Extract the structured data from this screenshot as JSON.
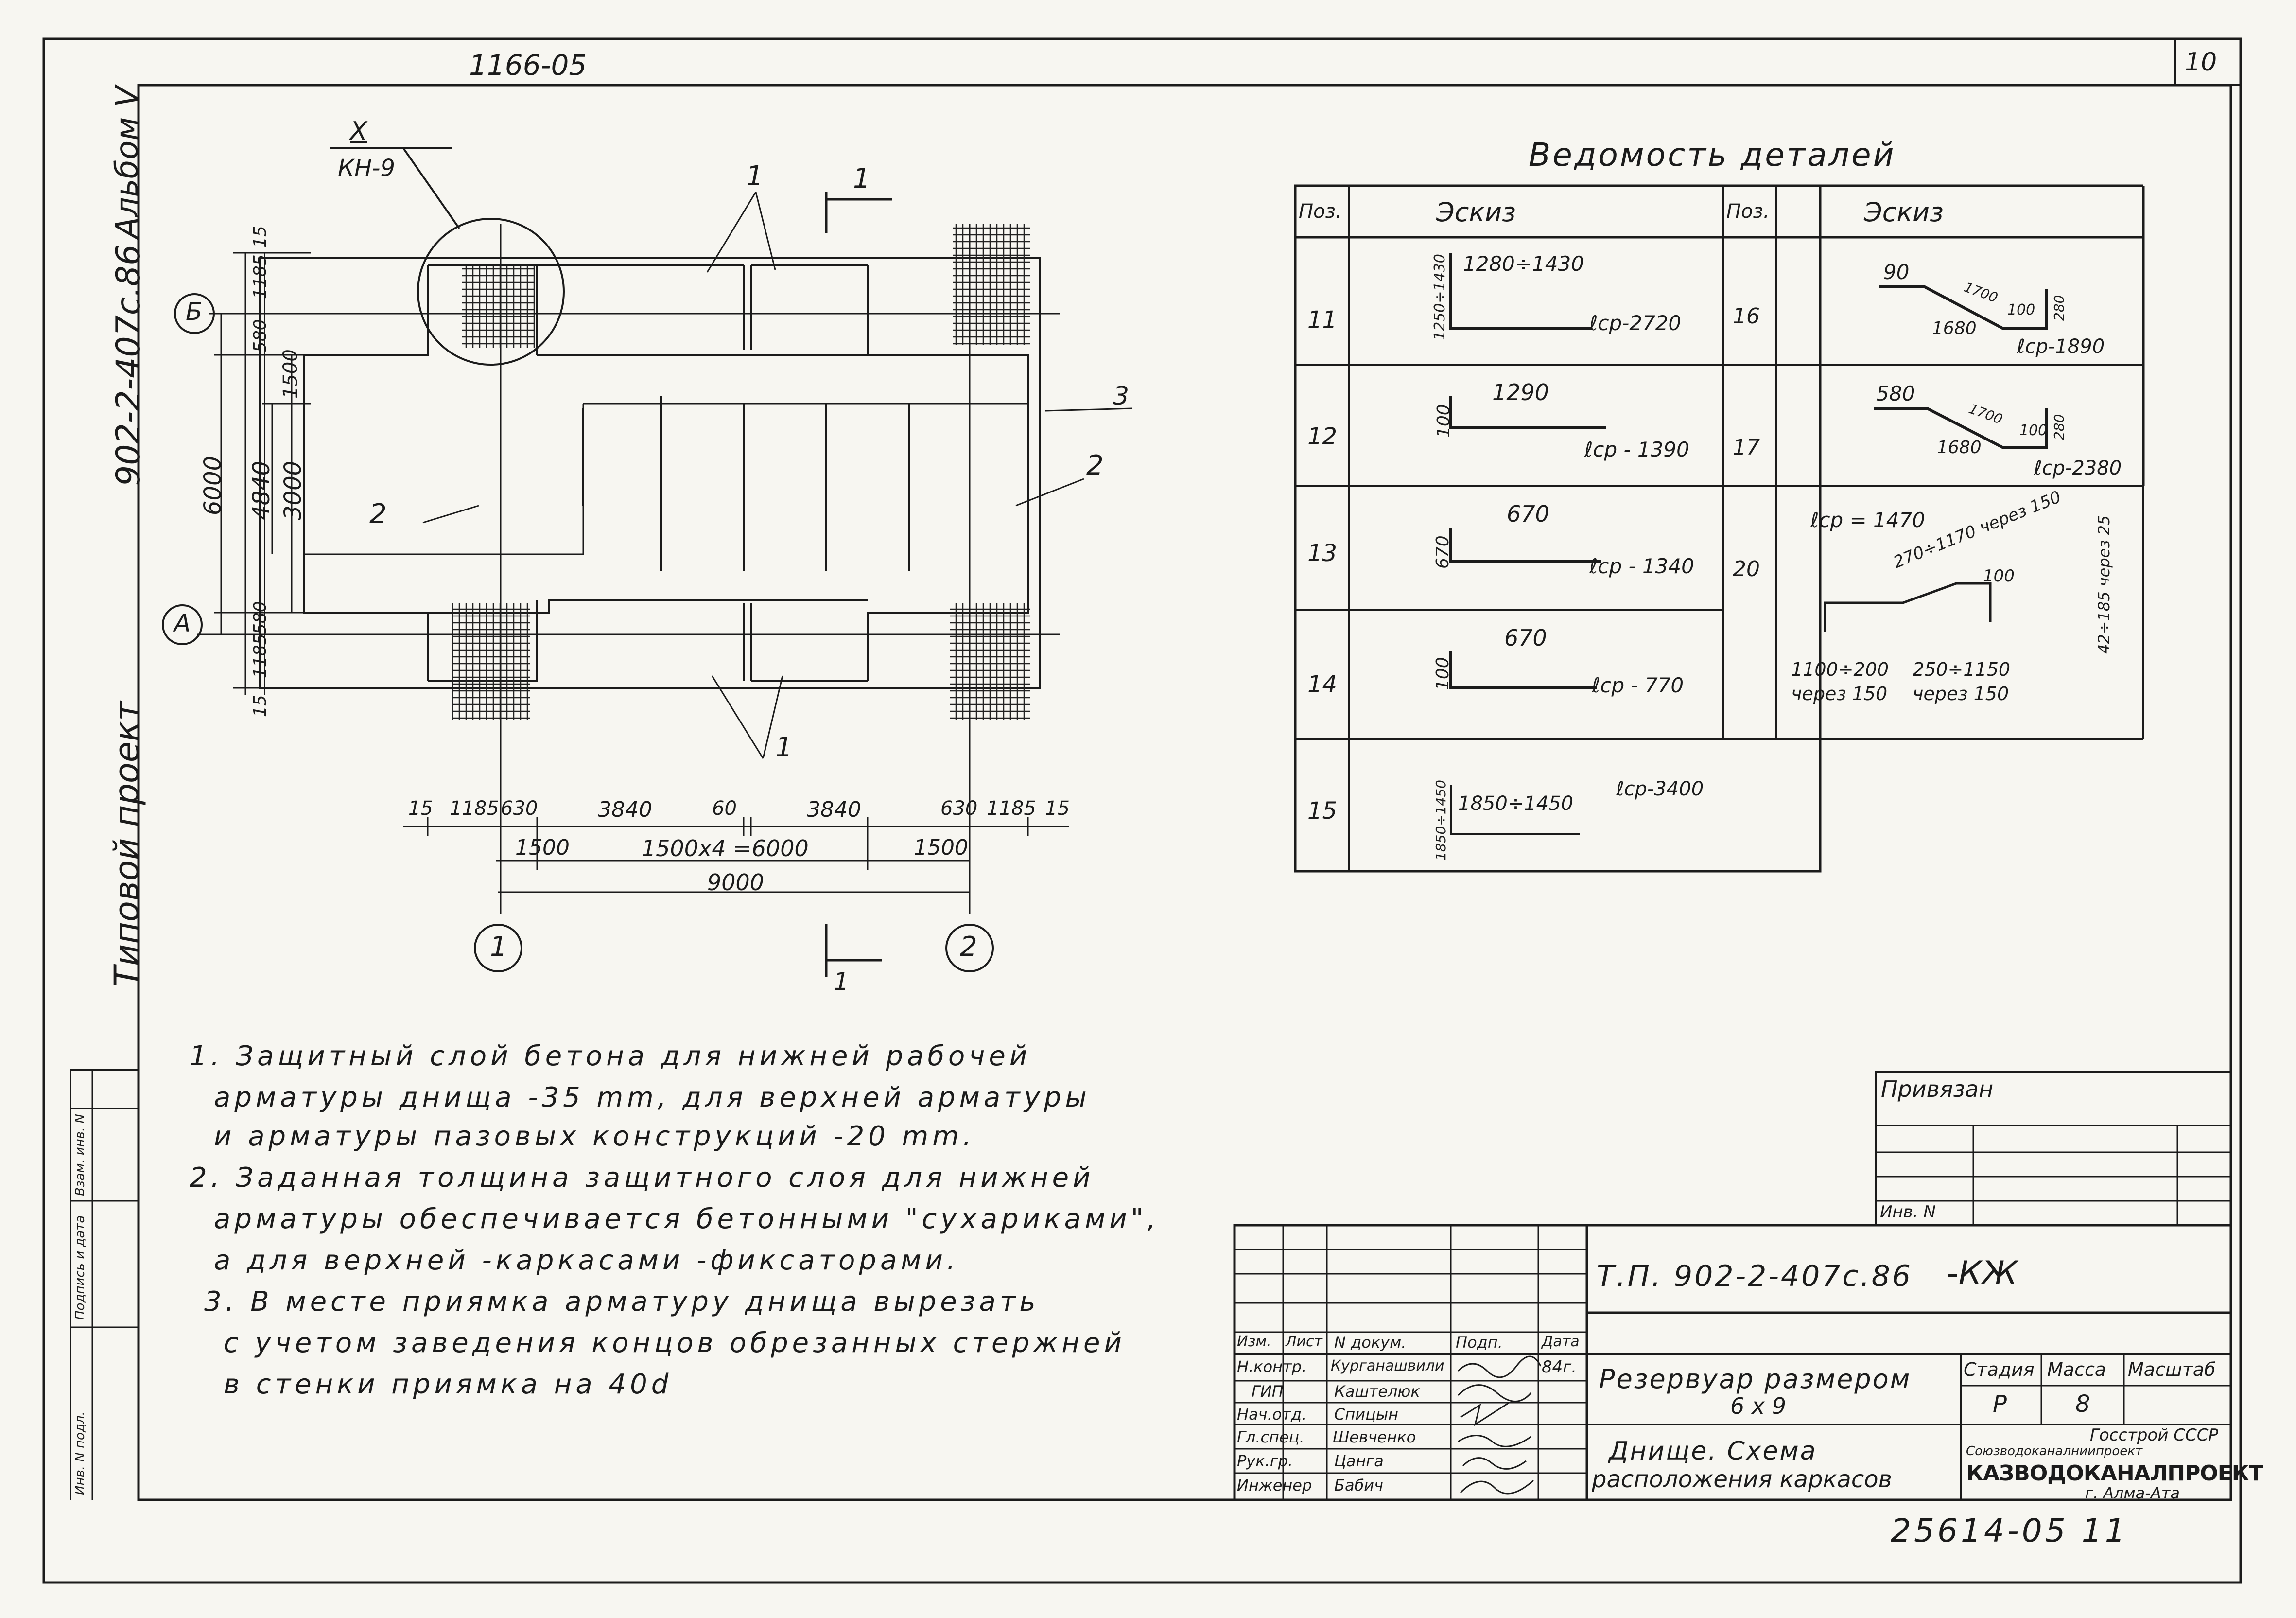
{
  "sheet": {
    "sheet_number": "10",
    "archive_top": "1166-05",
    "archive_bottom": "25614-05  11"
  },
  "side": {
    "album_code": "902-2-407с.86",
    "album_label": "Альбом V",
    "project_type": "Типовой проект",
    "stamp_cells": [
      "Инв. N подл.",
      "Подпись и дата",
      "Взам. инв. N"
    ]
  },
  "plan": {
    "node_callout_top": "X",
    "node_callout_bottom": "КН-9",
    "section_label": "1",
    "pos_labels": [
      "1",
      "1",
      "2",
      "2",
      "3"
    ],
    "axis_labels": [
      "Б",
      "А",
      "1",
      "2"
    ],
    "left_dims": [
      "15",
      "1185",
      "580",
      "1500",
      "3000",
      "4840",
      "6000",
      "580",
      "1185",
      "15"
    ],
    "bottom_dims": [
      "15",
      "1185",
      "630",
      "3840",
      "60",
      "3840",
      "630",
      "1185",
      "15"
    ],
    "bottom_dims2": [
      "1500",
      "1500х4 =6000",
      "1500"
    ],
    "total_dim": "9000"
  },
  "details": {
    "title": "Ведомость деталей",
    "col_pos": "Поз.",
    "col_sketch": "Эскиз",
    "left_rows": [
      {
        "pos": "11",
        "dim_top": "1280÷1430",
        "dim_side": "1250÷1430",
        "len": "ℓср-2720"
      },
      {
        "pos": "12",
        "dim_top": "1290",
        "dim_side": "100",
        "len": "ℓср - 1390"
      },
      {
        "pos": "13",
        "dim_top": "670",
        "dim_side": "670",
        "len": "ℓср - 1340"
      },
      {
        "pos": "14",
        "dim_top": "670",
        "dim_side": "100",
        "len": "ℓср - 770"
      },
      {
        "pos": "15",
        "dim_top": "1850÷1450",
        "dim_side": "1850÷1450",
        "len": "ℓср-3400"
      }
    ],
    "right_rows": [
      {
        "pos": "16",
        "d1": "90",
        "d2": "1700",
        "d3": "100",
        "d4": "280",
        "d5": "1680",
        "len": "ℓср-1890"
      },
      {
        "pos": "17",
        "d1": "580",
        "d2": "1700",
        "d3": "100",
        "d4": "280",
        "d5": "1680",
        "len": "ℓср-2380"
      },
      {
        "pos": "20",
        "len": "ℓср = 1470",
        "d1": "270÷1170 через 150",
        "d2": "100",
        "d3": "42÷185 через 25",
        "d4": "1100÷200",
        "d5": "через 150",
        "d6": "250÷1150",
        "d7": "через 150"
      }
    ]
  },
  "notes": [
    "1. Защитный слой бетона для нижней рабочей",
    "арматуры днища -35 mm, для верхней арматуры",
    "и арматуры пазовых конструкций -20 mm.",
    "2. Заданная толщина защитного слоя для нижней",
    "арматуры обеспечивается бетонными \"сухариками\",",
    "а для верхней -каркасами -фиксаторами.",
    "3. В месте приямка арматуру днища вырезать",
    "с учетом заведения концов обрезанных стержней",
    "в стенки приямка на 40d"
  ],
  "privyazan": {
    "label": "Привязан",
    "inv": "Инв. N"
  },
  "title_block": {
    "code": "Т.П. 902-2-407с.86",
    "mark": "-КЖ",
    "headers": [
      "Изм.",
      "Лист",
      "N докум.",
      "Подп.",
      "Дата"
    ],
    "people": [
      {
        "role": "Н.контр.",
        "name": "Курганашвили",
        "date": "84г."
      },
      {
        "role": "ГИП",
        "name": "Каштелюк",
        "date": ""
      },
      {
        "role": "Нач.отд.",
        "name": "Спицын",
        "date": ""
      },
      {
        "role": "Гл.спец.",
        "name": "Шевченко",
        "date": ""
      },
      {
        "role": "Рук.гр.",
        "name": "Цанга",
        "date": ""
      },
      {
        "role": "Инженер",
        "name": "Бабич",
        "date": ""
      }
    ],
    "object_name": "Резервуар размером",
    "object_size": "6 х 9",
    "sheet_title_1": "Днище. Схема",
    "sheet_title_2": "расположения каркасов",
    "stage_h": "Стадия",
    "mass_h": "Масса",
    "scale_h": "Масштаб",
    "stage_v": "Р",
    "mass_v": "8",
    "org1": "Госстрой СССР",
    "org2": "Союзводоканалниипроект",
    "org3": "КАЗВОДОКАНАЛПРОЕКТ",
    "org4": "г. Алма-Ата"
  }
}
